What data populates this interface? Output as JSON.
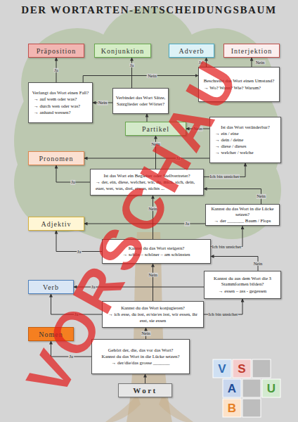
{
  "diagram": {
    "title": "DER WORTARTEN-ENTSCHEIDUNGSBAUM",
    "nodes": [
      {
        "text": [
          "Präposition"
        ]
      },
      {
        "text": [
          "Konjunktion"
        ]
      },
      {
        "text": [
          "Adverb"
        ]
      },
      {
        "text": [
          "Interjektion"
        ]
      },
      {
        "text": [
          "Beschreibt das Wort einen Umstand?",
          "→ Wo? Wann? Wie? Warum?"
        ]
      },
      {
        "text": [
          "Verlangt das Wort einen Fall?",
          "→ auf wem oder was?",
          "→ durch wen oder was?",
          "→ anhand wessen?"
        ]
      },
      {
        "text": [
          "Verbindet das Wort Sätze, Satzglieder oder Wörter?"
        ]
      },
      {
        "text": [
          "Partikel"
        ]
      },
      {
        "text": [
          "Ist das Wort veränderbar?",
          "→ ein / eine",
          "→ dein / deine",
          "→ diese / dieses",
          "→ welcher / welche"
        ]
      },
      {
        "text": [
          "Pronomen"
        ]
      },
      {
        "text": [
          "Ist das Wort ein Begleiter oder Stellvertreter?",
          "→ der, ein, diese, welcher, wir, du, mich, sich, dein, euer, wer, was, drei, etwas, nichts ..."
        ]
      },
      {
        "text": [
          "Kannst du das Wort in die Lücke setzen?",
          "→ der _______ Baum / Flops"
        ]
      },
      {
        "text": [
          "Adjektiv"
        ]
      },
      {
        "text": [
          "Kannst du das Wort steigern?",
          "→ schön – schöner – am schönsten"
        ]
      },
      {
        "text": [
          "Kannst du aus dem Wort die 3 Stammformen bilden?",
          "→ essen – ass - gegessen"
        ]
      },
      {
        "text": [
          "Verb"
        ]
      },
      {
        "text": [
          "Kannst du das Wort konjugieren?",
          "→ ich esse, du isst, er/sie/es isst, wir essen, ihr esst, sie essen"
        ]
      },
      {
        "text": [
          "Nomen"
        ]
      },
      {
        "text": [
          "Gehört der, die, das vor das Wort?",
          "Kannst du das Wort in die Lücke setzen?",
          "→ der/die/das grosse _______"
        ]
      },
      {
        "text": [
          "Wort"
        ]
      }
    ],
    "edges": [
      {
        "from": 19,
        "to": 18,
        "arrow": "to"
      },
      {
        "from": 18,
        "to": 17,
        "label": "Ja",
        "arrow": "to"
      },
      {
        "from": 18,
        "to": 16,
        "label": "Nein",
        "arrow": "to"
      },
      {
        "from": 16,
        "to": 15,
        "label": "Ja",
        "arrow": "to"
      },
      {
        "from": 16,
        "to": 13,
        "label": "Nein",
        "arrow": "to"
      },
      {
        "from": 16,
        "to": 14,
        "label": "Ich bin unsicher",
        "arrow": "to"
      },
      {
        "from": 14,
        "to": 15,
        "label": "Ja",
        "arrow": "to"
      },
      {
        "from": 14,
        "to": 13,
        "label": "Nein",
        "arrow": "to"
      },
      {
        "from": 13,
        "to": 12,
        "label": "Ja",
        "arrow": "to"
      },
      {
        "from": 13,
        "to": 10,
        "label": "Nein",
        "arrow": "to"
      },
      {
        "from": 13,
        "to": 11,
        "label": "Ich bin unsicher",
        "arrow": "to"
      },
      {
        "from": 11,
        "to": 12,
        "label": "Ja",
        "arrow": "to"
      },
      {
        "from": 11,
        "to": 10,
        "label": "Nein",
        "arrow": "to"
      },
      {
        "from": 10,
        "to": 9,
        "label": "Ja",
        "arrow": "to"
      },
      {
        "from": 10,
        "to": 7,
        "label": "Nein",
        "arrow": "to"
      },
      {
        "from": 10,
        "to": 8,
        "label": "Ich bin unsicher",
        "arrow": "to"
      },
      {
        "from": 8,
        "to": 9,
        "label": "Ja",
        "arrow": "to"
      },
      {
        "from": 8,
        "to": 7,
        "label": "Nein",
        "arrow": "to"
      },
      {
        "from": 7,
        "to": 6,
        "arrow": "to"
      },
      {
        "from": 6,
        "to": 1,
        "label": "Ja",
        "arrow": "to"
      },
      {
        "from": 6,
        "to": 5,
        "label": "Nein",
        "arrow": "to"
      },
      {
        "from": 5,
        "to": 0,
        "label": "Ja",
        "arrow": "to"
      },
      {
        "from": 5,
        "to": 4,
        "label": "Nein",
        "arrow": "to"
      },
      {
        "from": 4,
        "to": 2,
        "label": "Ja",
        "arrow": "to"
      },
      {
        "from": 4,
        "to": 3,
        "label": "Nein",
        "arrow": "to"
      }
    ],
    "labels": [
      "VORSCHAU",
      "V",
      "S",
      "A",
      "U",
      "B"
    ]
  }
}
